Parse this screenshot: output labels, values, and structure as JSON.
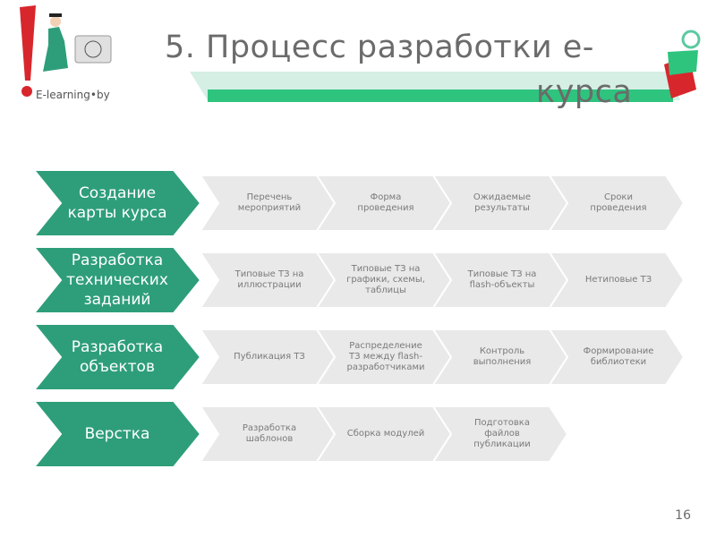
{
  "logo": {
    "text": "E-learning•by"
  },
  "title": {
    "line1": "5. Процесс разработки е-",
    "line2": "курса"
  },
  "colors": {
    "accent": "#2e9e7a",
    "step_fill": "#e9e9e9",
    "title": "#6b6b6b"
  },
  "rows": [
    {
      "head": "Создание\nкарты курса",
      "steps": [
        "Перечень\nмероприятий",
        "Форма\nпроведения",
        "Ожидаемые\nрезультаты",
        "Сроки\nпроведения"
      ]
    },
    {
      "head": "Разработка\nтехнических\nзаданий",
      "steps": [
        "Типовые ТЗ на\nиллюстрации",
        "Типовые ТЗ на\nграфики, схемы,\nтаблицы",
        "Типовые ТЗ на\nflash-объекты",
        "Нетиповые ТЗ"
      ]
    },
    {
      "head": "Разработка\nобъектов",
      "steps": [
        "Публикация ТЗ",
        "Распределение\nТЗ между flash-\nразработчиками",
        "Контроль\nвыполнения",
        "Формирование\nбиблиотеки"
      ]
    },
    {
      "head": "Верстка",
      "steps": [
        "Разработка\nшаблонов",
        "Сборка модулей",
        "Подготовка\nфайлов\nпубликации"
      ]
    }
  ],
  "page_number": "16"
}
